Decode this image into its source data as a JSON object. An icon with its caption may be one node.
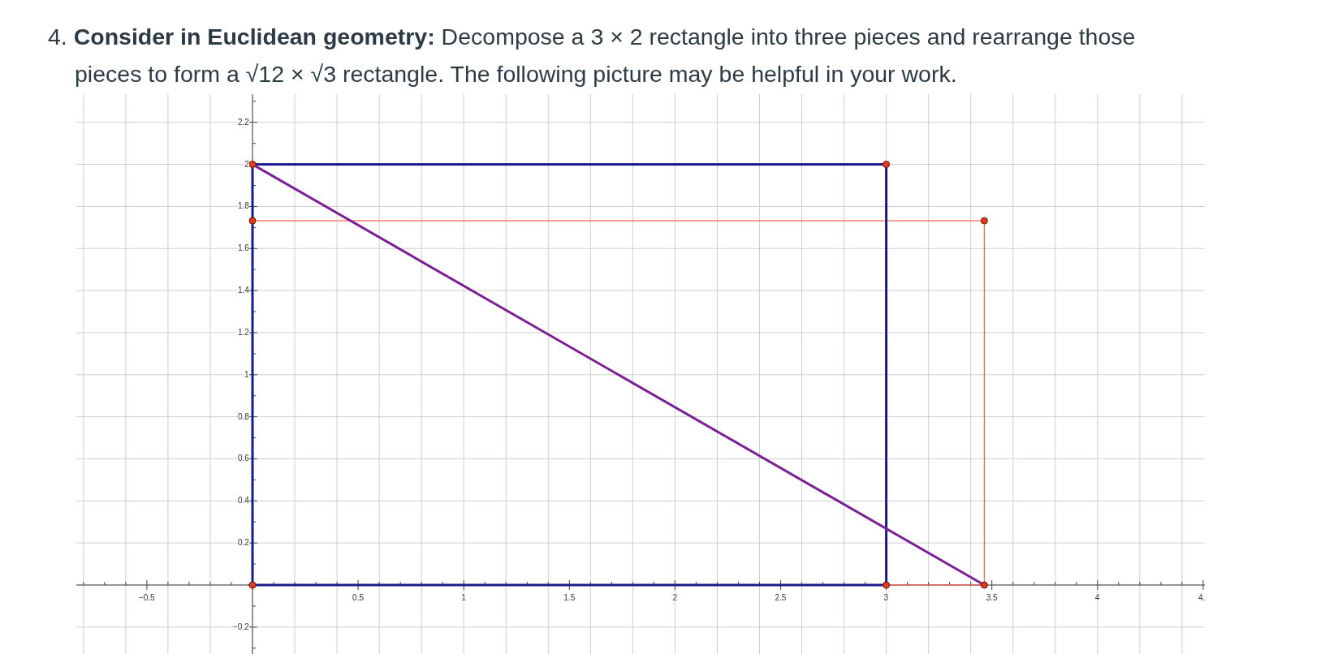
{
  "diagram": {
    "title": "4. **Consider in Euclidean geometry:** Decompose a 3 × 2 rectangle into three pieces and rearrange those pieces to form a √12 × √3 rectangle. The following picture may be helpful in your work.",
    "labels": [
      "2.2",
      "2",
      "1.8",
      "1.6",
      "1.4",
      "1.2",
      "1",
      "0.8",
      "0.6",
      "0.4",
      "0.2",
      "−0.5",
      "0.5",
      "1",
      "1.5",
      "2",
      "2.5",
      "3",
      "3.5",
      "4",
      "4.",
      "−0.2"
    ]
  }
}
